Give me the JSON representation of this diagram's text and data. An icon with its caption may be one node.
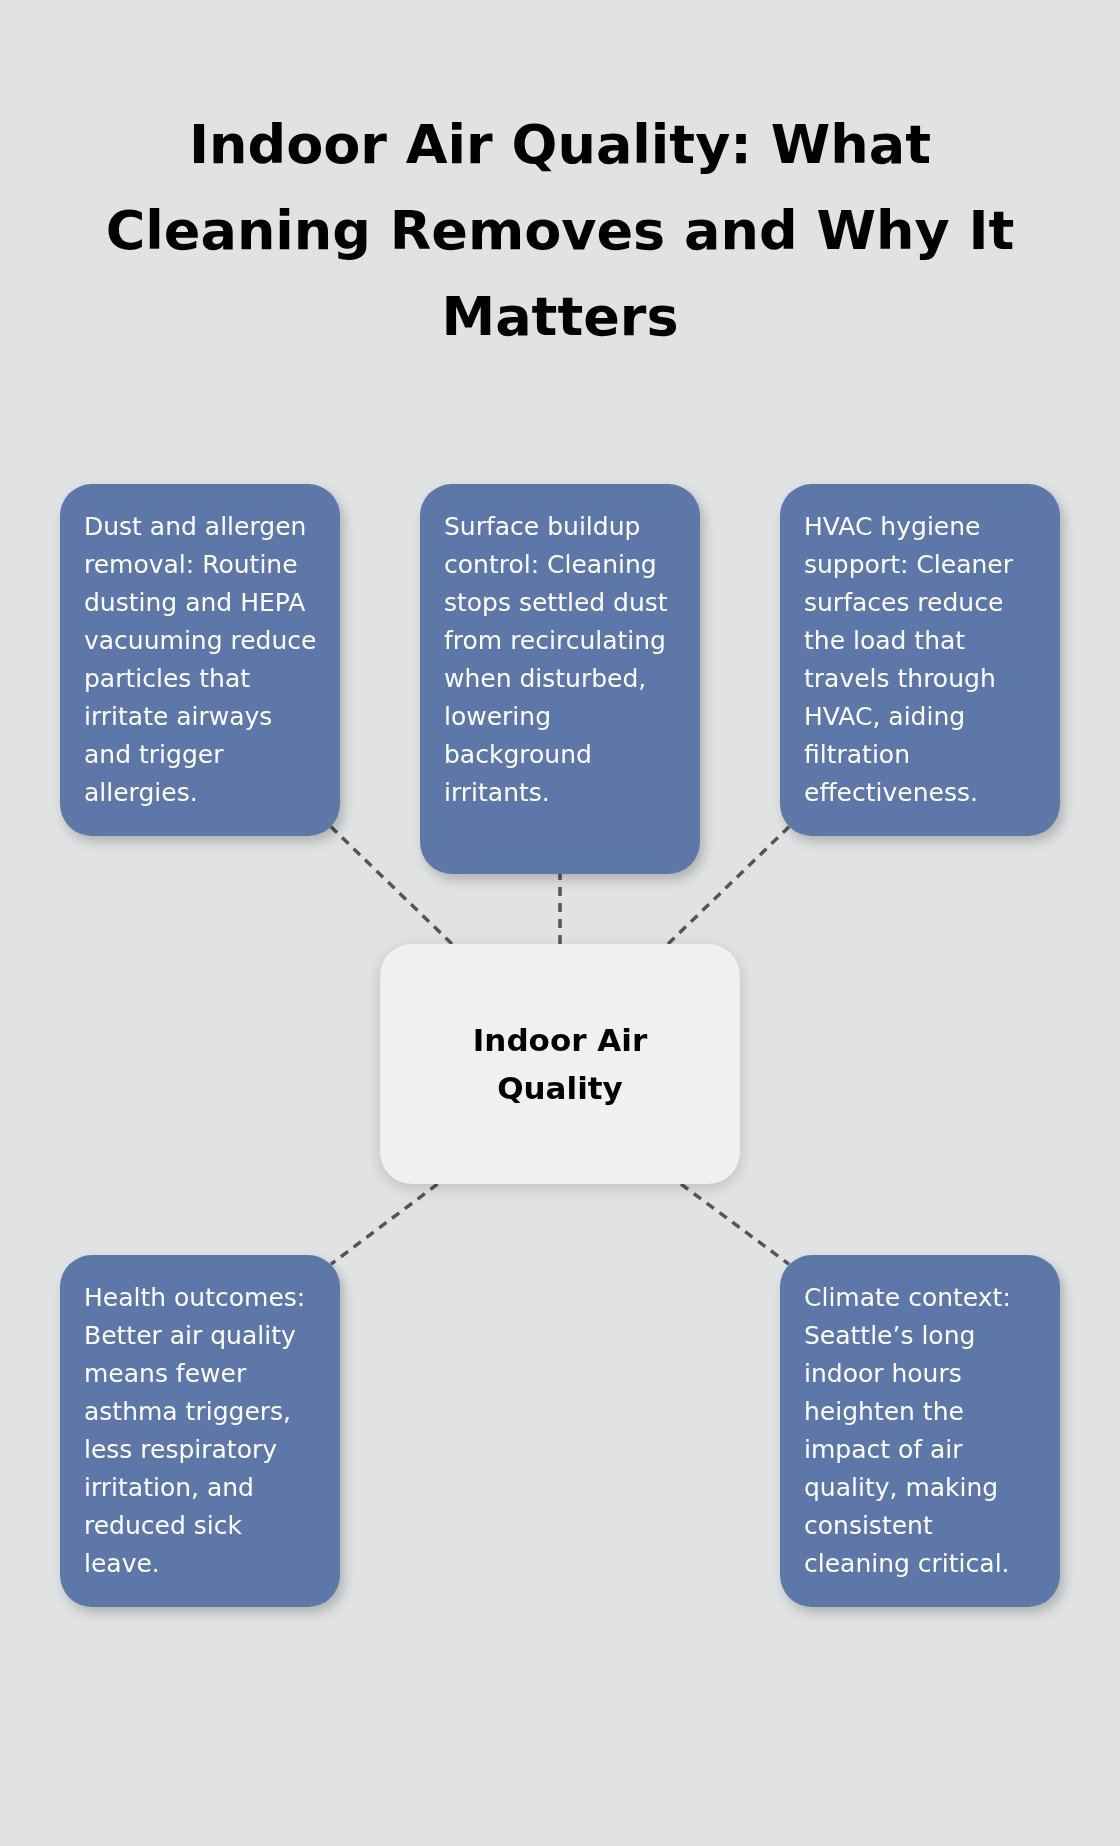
{
  "diagram": {
    "title": "Indoor Air Quality: What Cleaning Removes and Why It Matters",
    "nodes": [
      {
        "text": [
          "Dust and allergen removal: Routine dusting and HEPA vacuuming reduce particles that irritate airways and trigger allergies."
        ]
      },
      {
        "text": [
          "Surface buildup control: Cleaning stops settled dust from recirculating when disturbed, lowering background irritants."
        ]
      },
      {
        "text": [
          "HVAC hygiene support: Cleaner surfaces reduce the load that travels through HVAC, aiding filtration effectiveness."
        ]
      },
      {
        "text": [
          "Indoor Air Quality"
        ]
      },
      {
        "text": [
          "Health outcomes: Better air quality means fewer asthma triggers, less respiratory irritation, and reduced sick leave."
        ]
      },
      {
        "text": [
          "Climate context: Seattle’s long indoor hours heighten the impact of air quality, making consistent cleaning critical."
        ]
      }
    ],
    "edges": [
      {
        "from": 3,
        "to": 0,
        "arrow": "none",
        "style": "dashed"
      },
      {
        "from": 3,
        "to": 1,
        "arrow": "none",
        "style": "dashed"
      },
      {
        "from": 3,
        "to": 2,
        "arrow": "none",
        "style": "dashed"
      },
      {
        "from": 3,
        "to": 4,
        "arrow": "none",
        "style": "dashed"
      },
      {
        "from": 3,
        "to": 5,
        "arrow": "none",
        "style": "dashed"
      }
    ]
  }
}
